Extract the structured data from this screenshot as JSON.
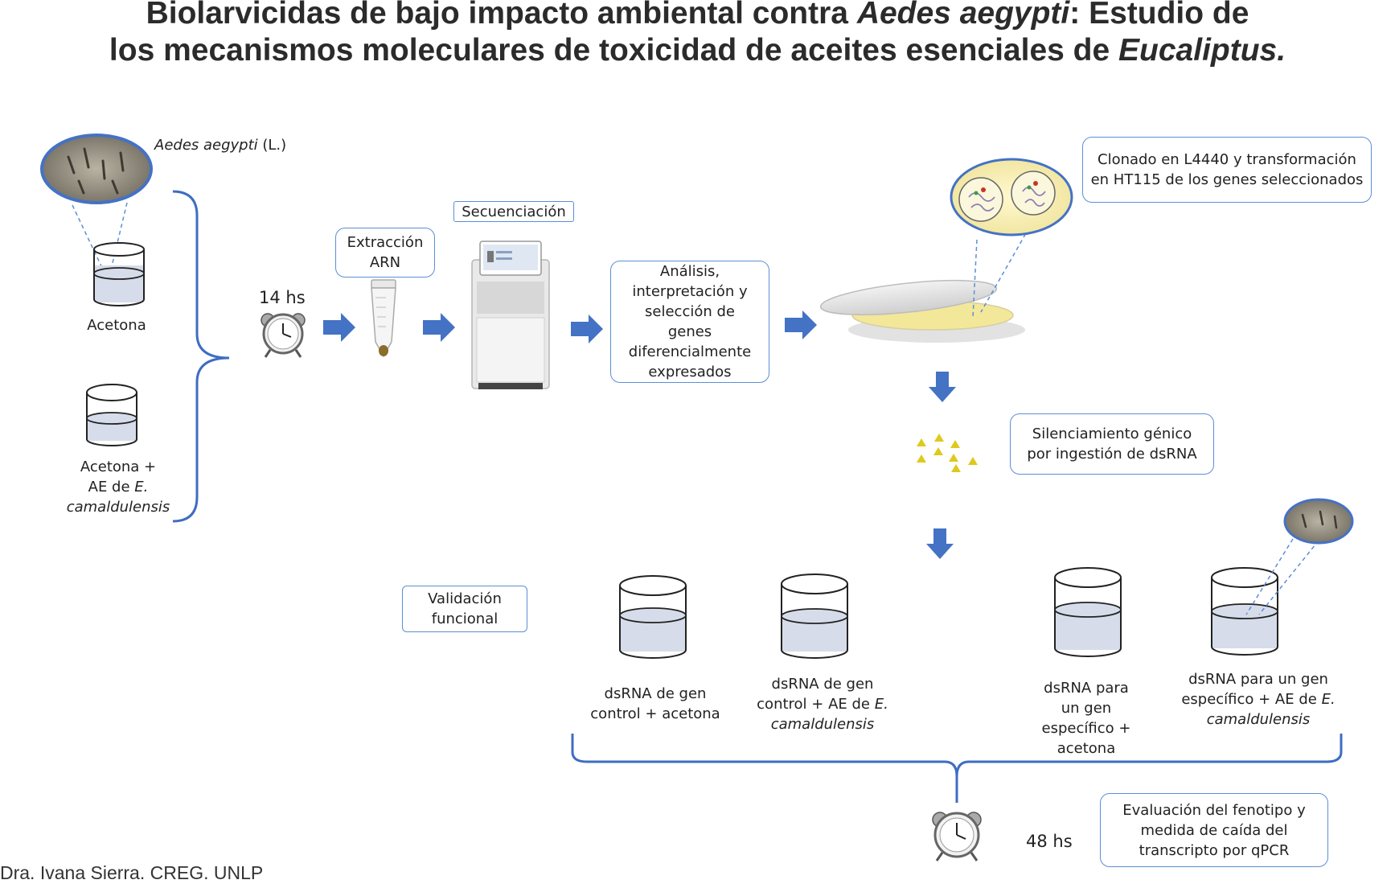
{
  "title": {
    "line1_a": "Biolarvicidas de bajo impacto ambiental contra ",
    "line1_b": "Aedes aegypti",
    "line1_c": ": Estudio de",
    "line2_a": "los mecanismos moleculares de toxicidad de aceites esenciales de ",
    "line2_b": "Eucaliptus."
  },
  "species": {
    "name": "Aedes aegypti",
    "suffix": " (L.)"
  },
  "beakers": {
    "acetona": "Acetona",
    "acetona_ae_1": "Acetona +",
    "acetona_ae_2": "AE de ",
    "acetona_ae_3": "E.",
    "acetona_ae_4": "camaldulensis"
  },
  "time1": "14 hs",
  "time2": "48 hs",
  "boxes": {
    "extraccion_1": "Extracción",
    "extraccion_2": "ARN",
    "secuenciacion": "Secuenciación",
    "analisis": [
      "Análisis,",
      "interpretación y",
      "selección de",
      "genes",
      "diferencialmente",
      "expresados"
    ],
    "clonado": [
      "Clonado en L4440 y transformación",
      "en HT115 de los genes seleccionados"
    ],
    "silenciamiento": [
      "Silenciamiento génico",
      "por ingestión de dsRNA"
    ],
    "validacion": [
      "Validación",
      "funcional"
    ],
    "evaluacion": [
      "Evaluación del fenotipo y",
      "medida de caída del",
      "transcripto por qPCR"
    ]
  },
  "treatments": {
    "t1": [
      "dsRNA de gen",
      "control + acetona"
    ],
    "t2_1": "dsRNA de gen",
    "t2_2": "control + AE de ",
    "t2_3": "E.",
    "t2_4": "camaldulensis",
    "t3": [
      "dsRNA para",
      "un gen",
      "específico +",
      "acetona"
    ],
    "t4_1": "dsRNA para un gen",
    "t4_2": "específico + AE de ",
    "t4_3": "E.",
    "t4_4": "camaldulensis"
  },
  "credit": "Dra. Ivana Sierra. CREG. UNLP",
  "colors": {
    "arrow": "#4472c4",
    "border": "#5b8fd6",
    "liquid": "#d6dce9",
    "dots": "#e0c81c"
  }
}
